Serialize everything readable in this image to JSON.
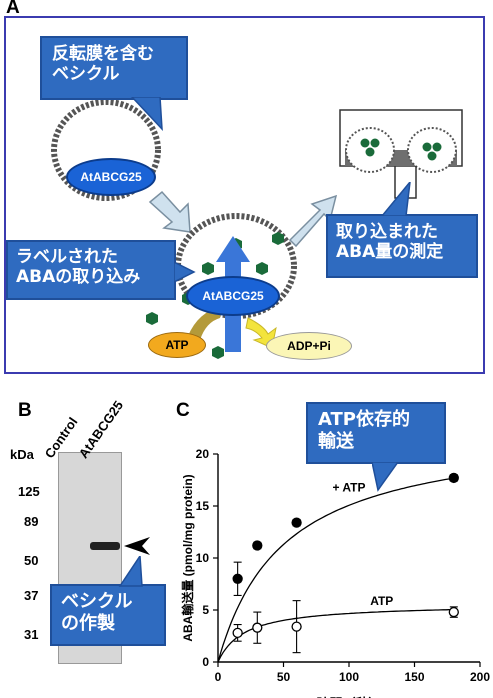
{
  "panel_a": {
    "letter": "A",
    "callout_vesicle": [
      "反転膜を含む",
      "ベシクル"
    ],
    "callout_labeled": [
      "ラベルされた",
      "ABAの取り込み"
    ],
    "callout_measure": [
      "取り込まれた",
      "ABA量の測定"
    ],
    "protein_top": "AtABCG25",
    "protein_mid": "AtABCG25",
    "atp": "ATP",
    "adp": "ADP+Pi"
  },
  "panel_b": {
    "letter": "B",
    "col_control": "Control",
    "col_atabcg25": "AtABCG25",
    "kda_label": "kDa",
    "markers": [
      "125",
      "89",
      "50",
      "37",
      "31"
    ],
    "callout": [
      "ベシクル",
      "の作製"
    ]
  },
  "panel_c": {
    "letter": "C",
    "callout": [
      "ATP依存的",
      "輸送"
    ],
    "series_plus_label": "+ ATP",
    "series_minus_label": "ATP",
    "colors": {
      "plus": "#000000",
      "minus": "#ffffff",
      "callout": "#2f6bc0"
    }
  },
  "chart_data": {
    "type": "scatter",
    "xlabel": "時間（秒）",
    "ylabel": "ABA輸送量 (pmol/mg protein)",
    "xlim": [
      0,
      200
    ],
    "ylim": [
      0,
      20
    ],
    "xticks": [
      0,
      50,
      100,
      150,
      200
    ],
    "yticks": [
      0,
      5,
      10,
      15,
      20
    ],
    "series": [
      {
        "name": "+ ATP",
        "marker": "filled-circle",
        "x": [
          15,
          30,
          60,
          180
        ],
        "y": [
          8.0,
          11.2,
          13.4,
          17.7
        ],
        "err": [
          1.6,
          0.3,
          0.3,
          0.3
        ],
        "fit_vmax": 22.6,
        "fit_k": 50
      },
      {
        "name": "ATP",
        "marker": "open-circle",
        "x": [
          15,
          30,
          60,
          180
        ],
        "y": [
          2.8,
          3.3,
          3.4,
          4.8
        ],
        "err": [
          0.8,
          1.5,
          2.5,
          0.5
        ],
        "fit_vmax": 5.6,
        "fit_k": 20
      }
    ]
  }
}
